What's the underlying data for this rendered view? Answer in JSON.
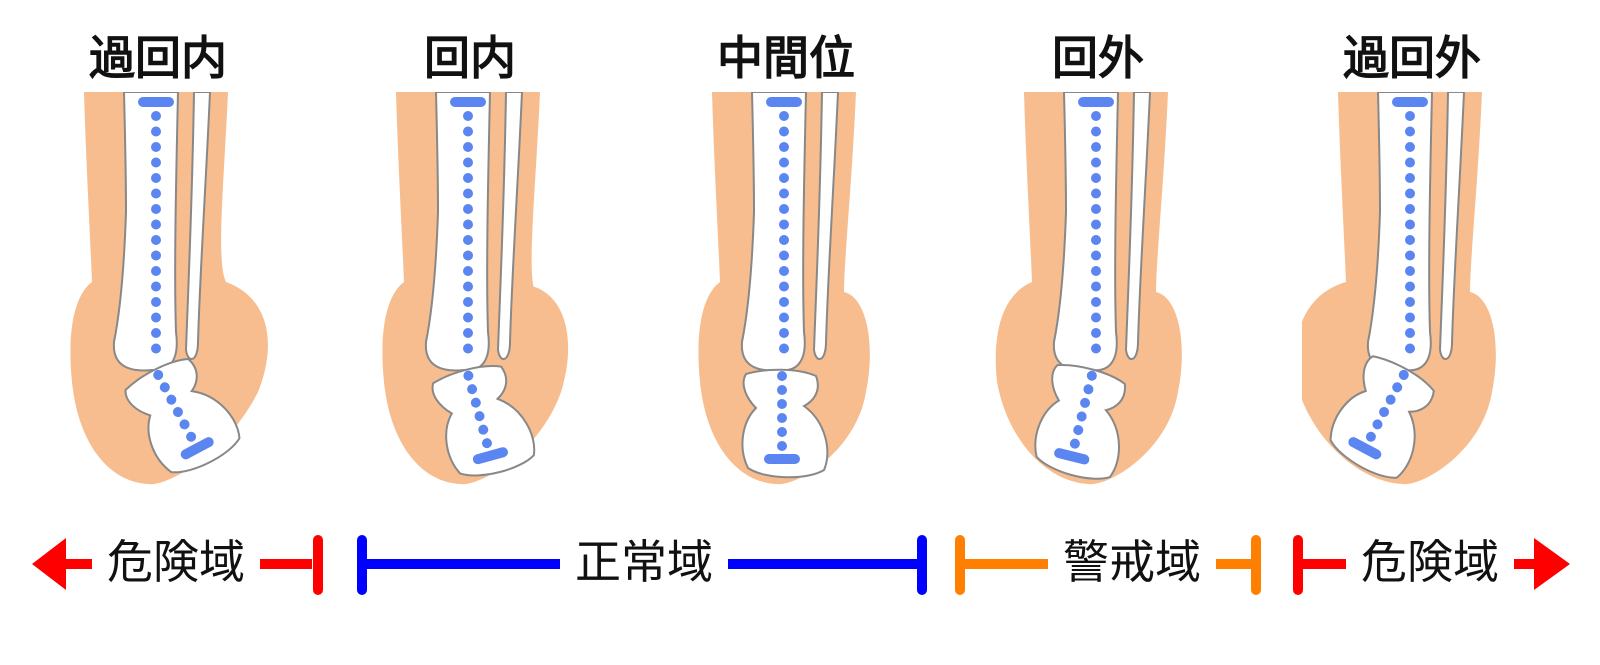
{
  "panels": [
    {
      "id": "over-pronation",
      "label": "過回内",
      "tilt": -1
    },
    {
      "id": "pronation",
      "label": "回内",
      "tilt": -0.55
    },
    {
      "id": "neutral",
      "label": "中間位",
      "tilt": 0
    },
    {
      "id": "supination",
      "label": "回外",
      "tilt": 0.5
    },
    {
      "id": "over-supination",
      "label": "過回外",
      "tilt": 1
    }
  ],
  "ranges": {
    "danger_left": {
      "label": "危険域",
      "color": "#ff0000"
    },
    "normal": {
      "label": "正常域",
      "color": "#0000ff"
    },
    "caution": {
      "label": "警戒域",
      "color": "#ff8000"
    },
    "danger_right": {
      "label": "危険域",
      "color": "#ff0000"
    }
  },
  "colors": {
    "skin": "#f7bd8e",
    "bone": "#ffffff",
    "bone_outline": "#888888",
    "axis_line": "#5b85f0"
  }
}
